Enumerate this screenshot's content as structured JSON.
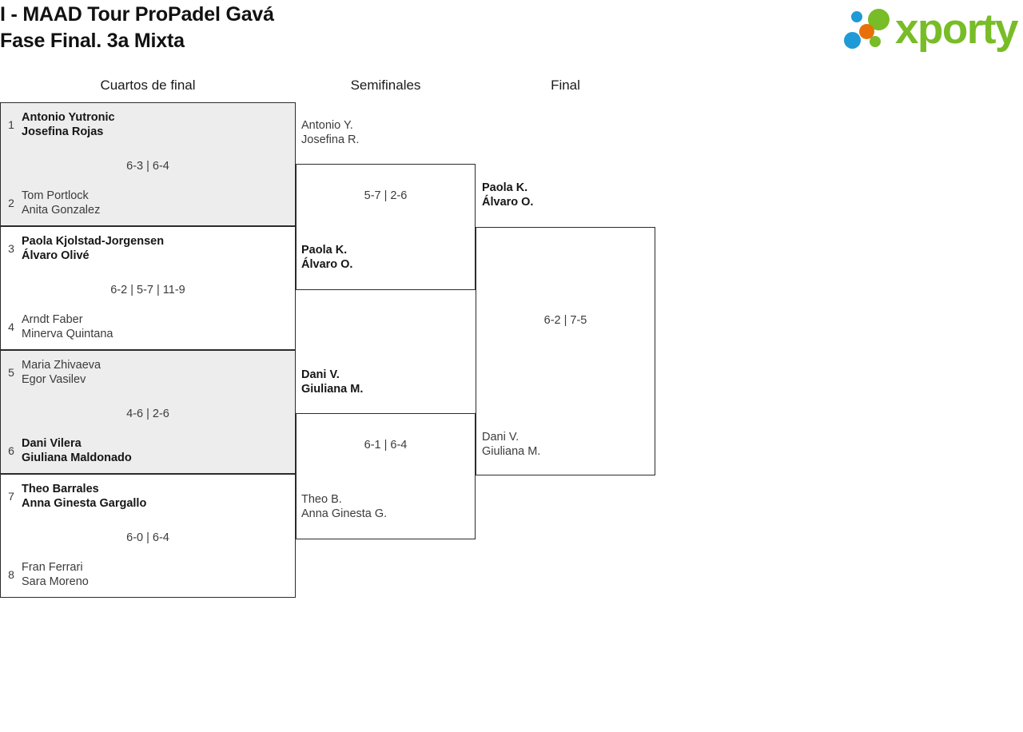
{
  "header": {
    "title_line1": "I - MAAD Tour ProPadel Gavá",
    "title_line2": "Fase Final. 3a Mixta",
    "logo_word": "xporty"
  },
  "rounds": [
    {
      "label": "Cuartos de final"
    },
    {
      "label": "Semifinales"
    },
    {
      "label": "Final"
    }
  ],
  "quarterfinals": [
    {
      "seed_top": "1",
      "top_p1": "Antonio Yutronic",
      "top_p2": "Josefina Rojas",
      "seed_bottom": "2",
      "bottom_p1": "Tom Portlock",
      "bottom_p2": "Anita Gonzalez",
      "score": "6-3 | 6-4"
    },
    {
      "seed_top": "3",
      "top_p1": "Paola Kjolstad-Jorgensen",
      "top_p2": "Álvaro Olivé",
      "seed_bottom": "4",
      "bottom_p1": "Arndt Faber",
      "bottom_p2": "Minerva Quintana",
      "score": "6-2 | 5-7 | 11-9"
    },
    {
      "seed_top": "5",
      "top_p1": "Maria Zhivaeva",
      "top_p2": "Egor Vasilev",
      "seed_bottom": "6",
      "bottom_p1": "Dani Vilera",
      "bottom_p2": "Giuliana Maldonado",
      "score": "4-6 | 2-6"
    },
    {
      "seed_top": "7",
      "top_p1": "Theo Barrales",
      "top_p2": "Anna Ginesta Gargallo",
      "seed_bottom": "8",
      "bottom_p1": "Fran Ferrari",
      "bottom_p2": "Sara Moreno",
      "score": "6-0 | 6-4"
    }
  ],
  "semifinals": [
    {
      "top_p1": "Antonio Y.",
      "top_p2": "Josefina R.",
      "bottom_p1": "Paola K.",
      "bottom_p2": "Álvaro O.",
      "score": "5-7 | 2-6"
    },
    {
      "top_p1": "Dani V.",
      "top_p2": "Giuliana M.",
      "bottom_p1": "Theo B.",
      "bottom_p2": "Anna Ginesta G.",
      "score": "6-1 | 6-4"
    }
  ],
  "final": {
    "top_p1": "Paola K.",
    "top_p2": "Álvaro O.",
    "bottom_p1": "Dani V.",
    "bottom_p2": "Giuliana M.",
    "score": "6-2 | 7-5"
  },
  "colors": {
    "shaded_row": "#ededed",
    "border": "#2b2b2b",
    "brand_green": "#78bc27",
    "brand_blue": "#1e9ad6",
    "brand_orange": "#e8700a"
  }
}
